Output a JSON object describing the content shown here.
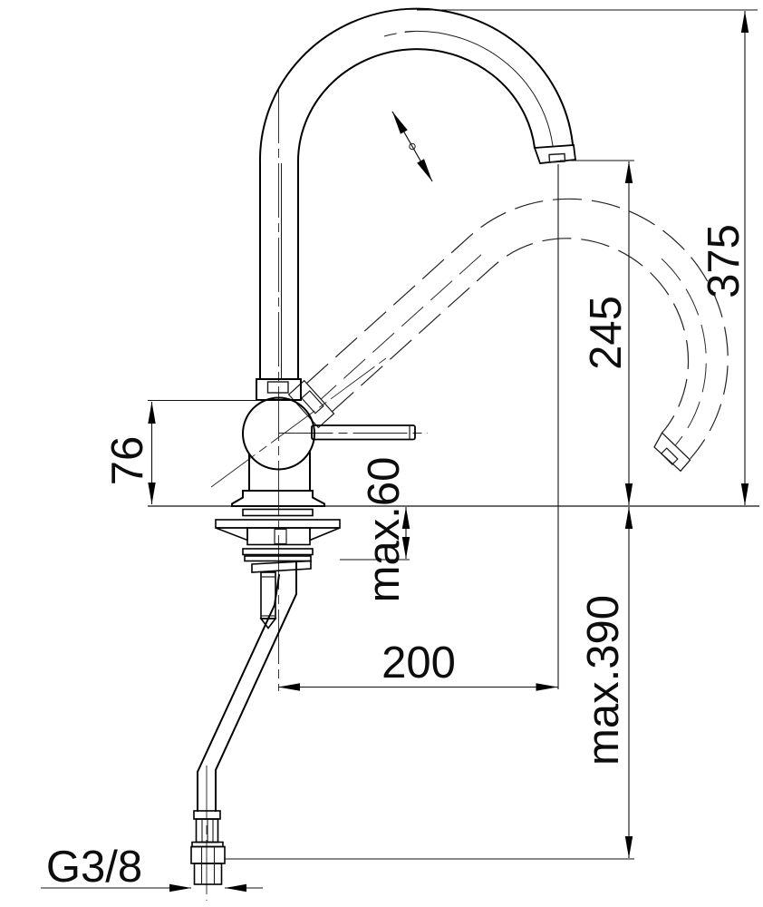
{
  "drawing": {
    "subject": "kitchen faucet side elevation technical drawing",
    "line_color": "#000000",
    "background_color": "#ffffff",
    "labels": {
      "height_total": "375",
      "height_outlet": "245",
      "height_body": "76",
      "deck_thickness": "max.60",
      "reach": "200",
      "hose_length": "max.390",
      "thread_size": "G3/8"
    }
  }
}
